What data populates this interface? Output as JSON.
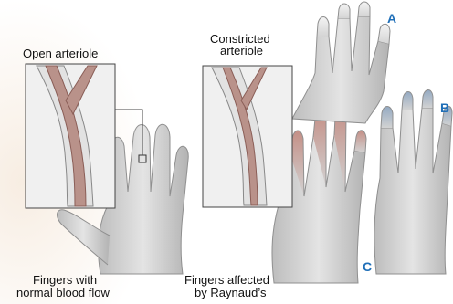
{
  "labels": {
    "open_arteriole": "Open arteriole",
    "constricted_line1": "Constricted",
    "constricted_line2": "arteriole",
    "normal_line1": "Fingers with",
    "normal_line2": "normal blood flow",
    "raynaud_line1": "Fingers affected",
    "raynaud_line2": "by Raynaud’s"
  },
  "stage_letters": {
    "a": "A",
    "b": "B",
    "c": "C"
  },
  "colors": {
    "skin": "#d6d6d6",
    "skin_shadow": "#a9a9a9",
    "white_fingertip": "#f2f2f2",
    "blue_fingertip": "#9fb2c8",
    "red_fingertip": "#c99a92",
    "artery_blood": "#b9928a",
    "stage_letter": "#1f6fb8"
  }
}
